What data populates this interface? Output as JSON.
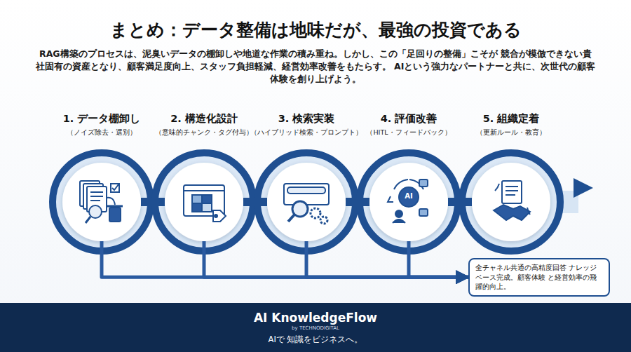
{
  "diagram": {
    "title": "まとめ：データ整備は地味だが、最強の投資である",
    "nodes": [
      {
        "text": [
          "1. データ棚卸し",
          "（ノイズ除去・選別）"
        ]
      },
      {
        "text": [
          "2. 構造化設計",
          "（意味的チャンク・タグ付与）"
        ]
      },
      {
        "text": [
          "3. 検索実装",
          "（ハイブリッド検索・プロンプト）"
        ]
      },
      {
        "text": [
          "4. 評価改善",
          "（HITL・フィードバック）"
        ]
      },
      {
        "text": [
          "5. 組織定着",
          "（更新ルール・教育）"
        ]
      },
      {
        "text": [
          "全チャネル共通の高精度回答 ナレッジベース完成。顧客体験 と経営効率の飛躍的向上。"
        ]
      },
      {
        "text": [
          "AI KnowledgeFlow",
          "by TECHNODIGITAL",
          "AIで 知識をビジネスへ。"
        ]
      }
    ],
    "edges": [
      {
        "from": 0,
        "to": 1,
        "arrow": "none"
      },
      {
        "from": 1,
        "to": 2,
        "arrow": "none"
      },
      {
        "from": 2,
        "to": 3,
        "arrow": "none"
      },
      {
        "from": 3,
        "to": 4,
        "arrow": "none"
      },
      {
        "from": 0,
        "to": 5,
        "arrow": "to"
      },
      {
        "from": 1,
        "to": 5,
        "arrow": "to"
      },
      {
        "from": 2,
        "to": 5,
        "arrow": "to"
      },
      {
        "from": 3,
        "to": 5,
        "arrow": "to"
      }
    ],
    "labels": [
      "RAG構築のプロセスは、泥臭いデータの棚卸しや地道な作業の積み重ね。しかし、この「足回りの整備」こそが 競合が模倣できない貴社固有の資産となり、顧客満足度向上、スタッフ負担軽減、経営効率改善をもたらす。 AIという強力なパートナーと共に、次世代の顧客体験を創り上げよう。",
      "AI"
    ]
  }
}
